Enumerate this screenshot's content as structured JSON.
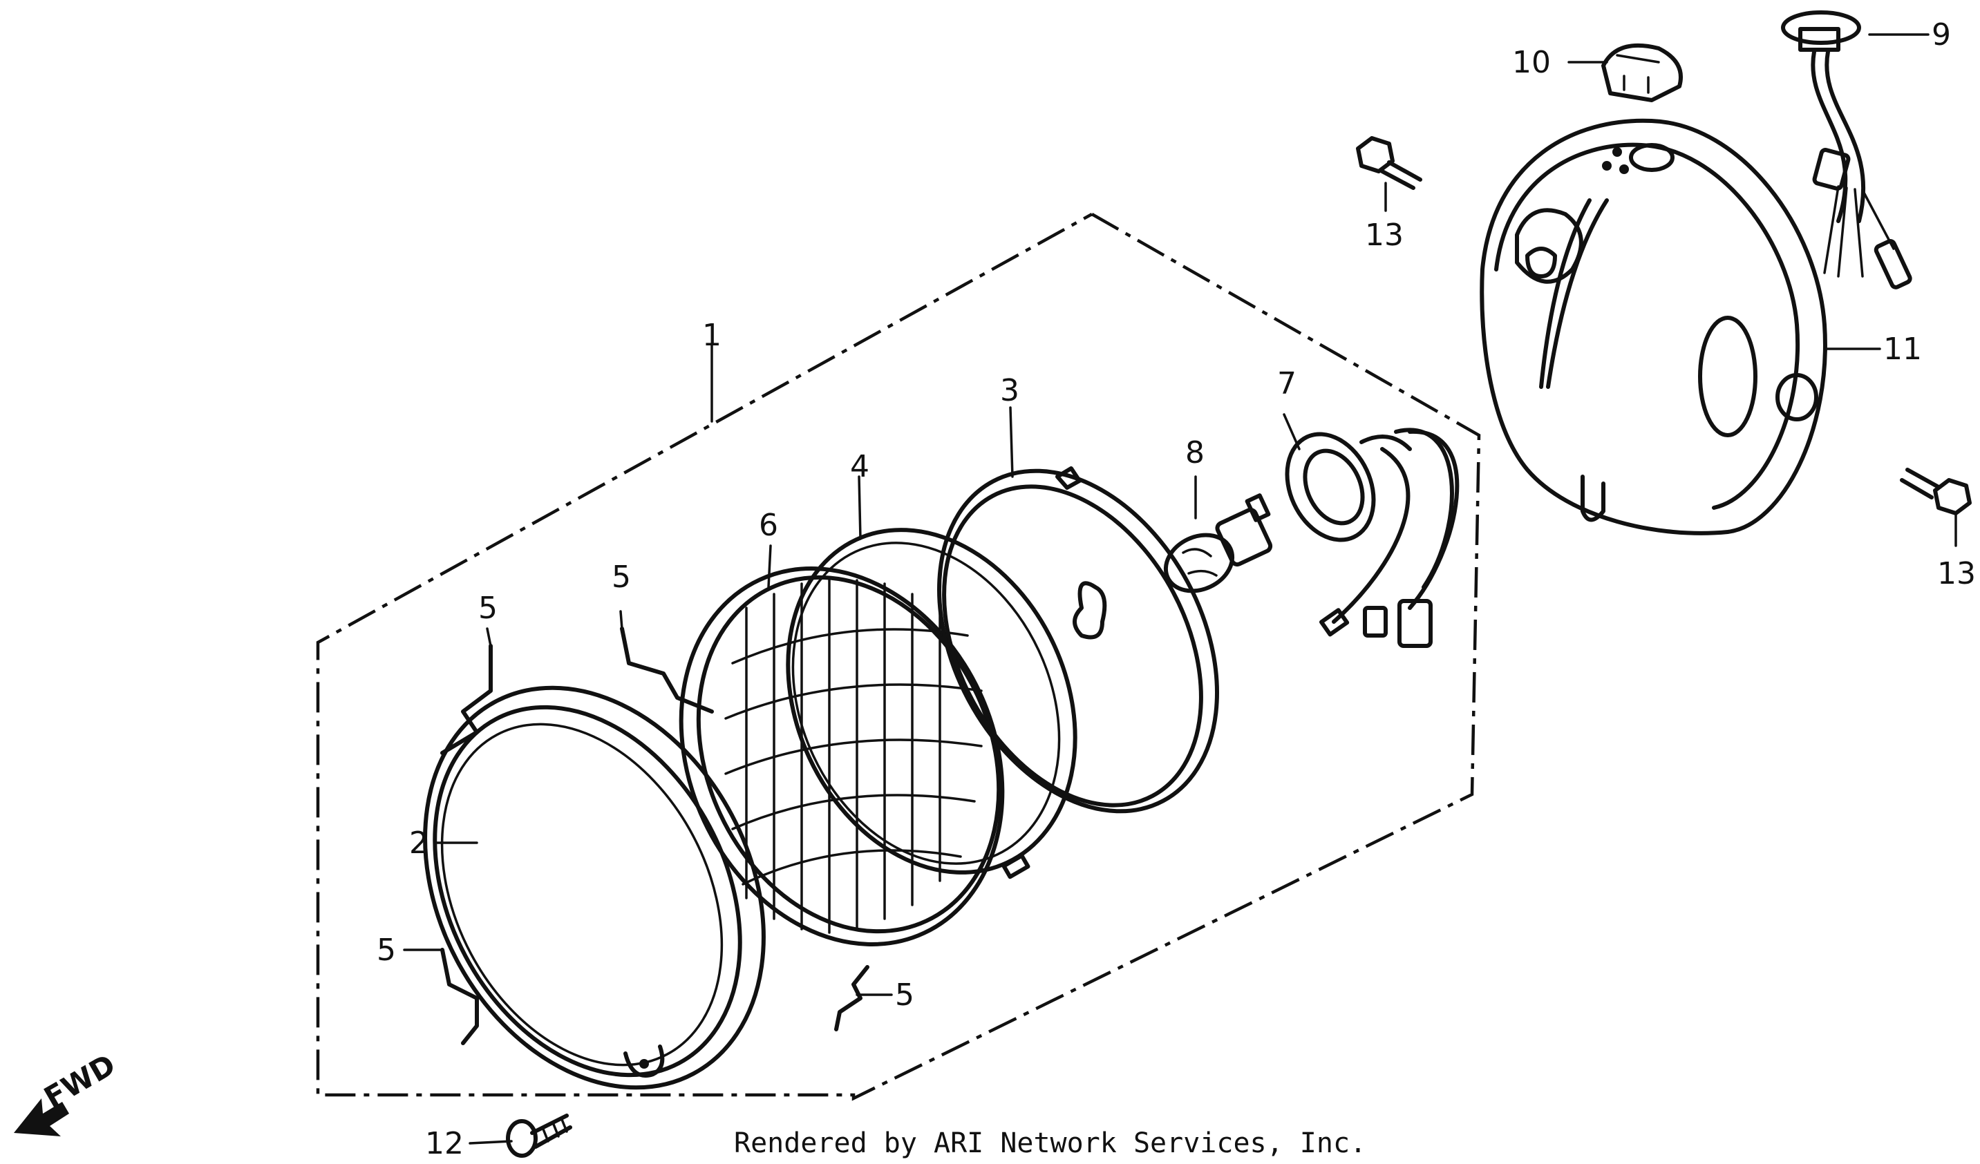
{
  "diagram": {
    "part_labels": {
      "p1": "1",
      "p2": "2",
      "p3": "3",
      "p4": "4",
      "p5a": "5",
      "p5b": "5",
      "p5c": "5",
      "p5d": "5",
      "p6": "6",
      "p7": "7",
      "p8": "8",
      "p9": "9",
      "p10": "10",
      "p11": "11",
      "p12": "12",
      "p13a": "13",
      "p13b": "13"
    },
    "direction_label": "FWD",
    "footer": "Rendered by ARI Network Services, Inc."
  }
}
